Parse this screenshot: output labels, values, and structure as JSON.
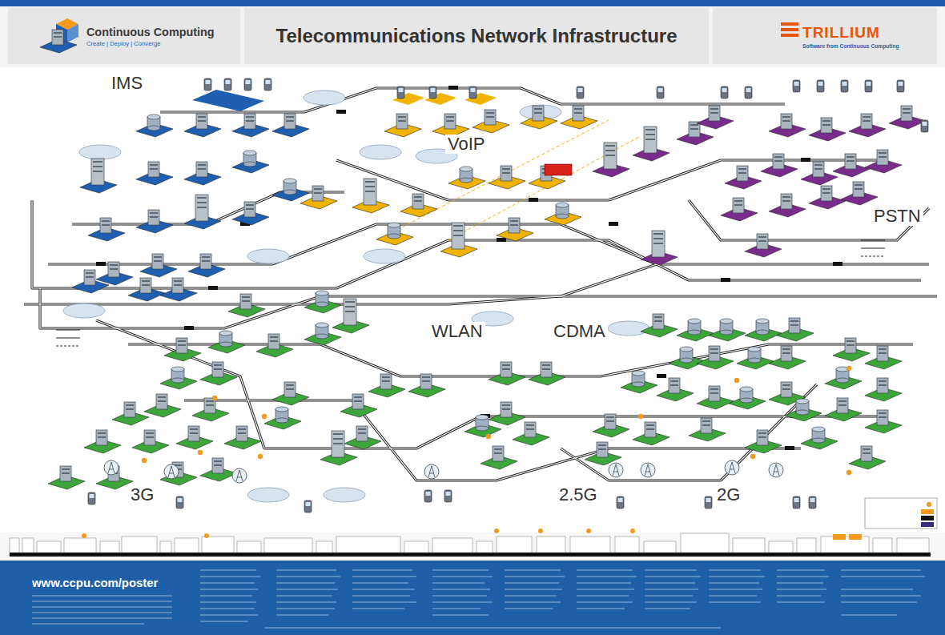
{
  "diagram": {
    "title": "Telecommunications Network Infrastructure",
    "nodes": [
      {
        "text": [
          "Continuous Computing",
          "Create | Deploy | Converge"
        ]
      },
      {
        "text": [
          "TRILLIUM",
          "Software from Continuous Computing"
        ]
      },
      {
        "text": [
          "www.ccpu.com/poster"
        ]
      }
    ],
    "labels": [
      "IMS",
      "VoIP",
      "PSTN",
      "WLAN",
      "CDMA",
      "3G",
      "2.5G",
      "2G"
    ]
  }
}
